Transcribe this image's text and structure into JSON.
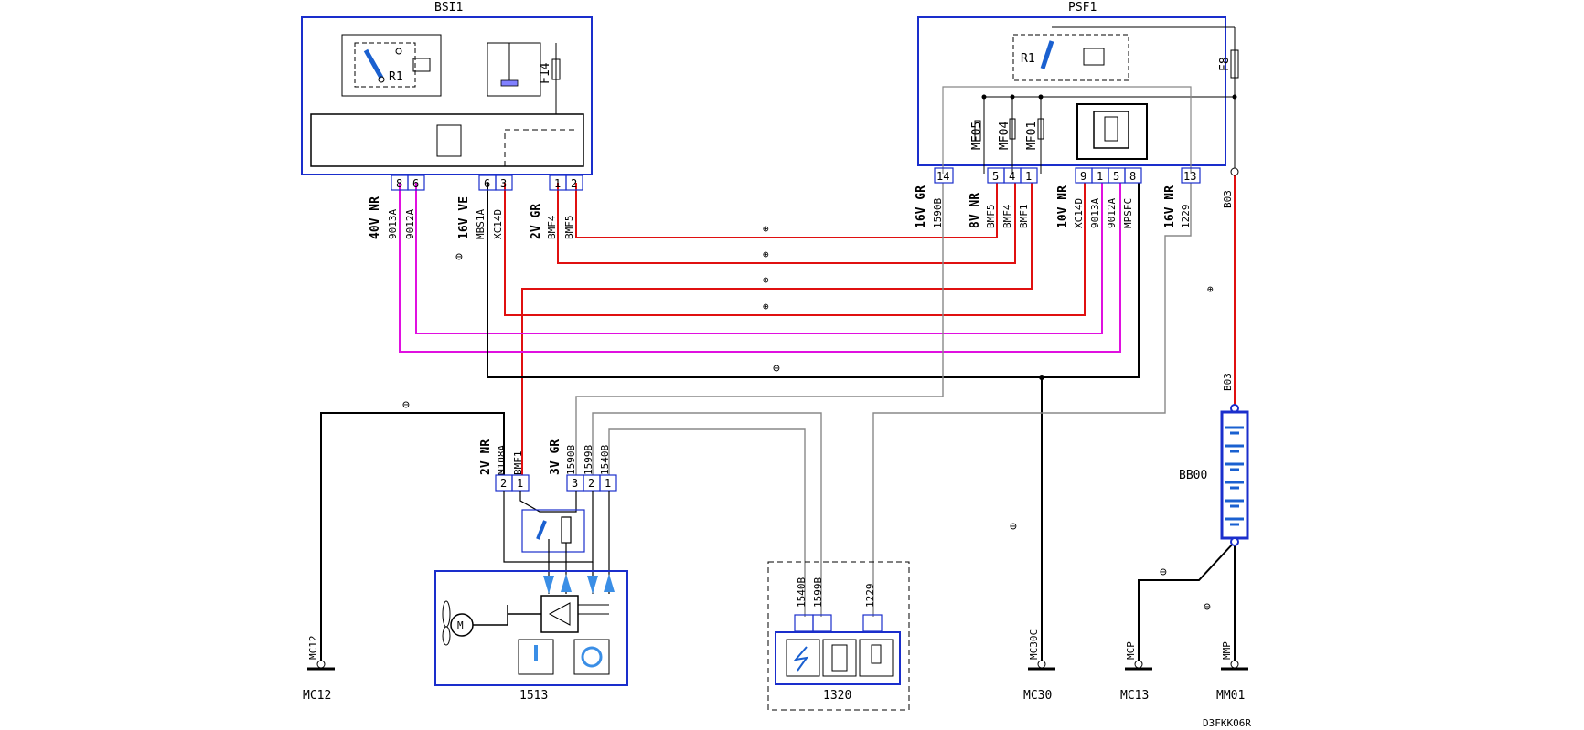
{
  "colors": {
    "module_border": "#1a2ecc",
    "red_wire": "#e01010",
    "magenta_wire": "#e010e0",
    "black_wire": "#000000",
    "gray_wire": "#888888",
    "blue_fill": "#3a8ee6"
  },
  "modules": {
    "bsi1": {
      "name": "BSI1",
      "r1": "R1",
      "fuse": "F14"
    },
    "psf1": {
      "name": "PSF1",
      "r1": "R1",
      "fuse": "F8",
      "fuses": [
        "MF05",
        "MF04",
        "MF01"
      ]
    },
    "m1513": {
      "name": "1513"
    },
    "m1320": {
      "name": "1320"
    },
    "bb00": {
      "name": "BB00"
    }
  },
  "connectors": {
    "bsi_a": {
      "label": "40V NR",
      "pins": [
        "8",
        "6"
      ],
      "wires": [
        "9013A",
        "9012A"
      ]
    },
    "bsi_b": {
      "label": "16V VE",
      "pins": [
        "6",
        "3"
      ],
      "wires": [
        "MBS1A",
        "XC14D"
      ]
    },
    "bsi_c": {
      "label": "2V GR",
      "pins": [
        "1",
        "2"
      ],
      "wires": [
        "BMF4",
        "BMF5"
      ]
    },
    "psf_a": {
      "label": "16V GR",
      "pins": [
        "14"
      ],
      "wires": [
        "1590B"
      ]
    },
    "psf_b": {
      "label": "8V NR",
      "pins": [
        "5",
        "4",
        "1"
      ],
      "wires": [
        "BMF5",
        "BMF4",
        "BMF1"
      ]
    },
    "psf_c": {
      "label": "10V NR",
      "pins": [
        "9",
        "1",
        "5",
        "8"
      ],
      "wires": [
        "XC14D",
        "9013A",
        "9012A",
        "MPSFC"
      ]
    },
    "psf_d": {
      "label": "16V NR",
      "pins": [
        "13"
      ],
      "wires": [
        "1229"
      ],
      "b03": "B03"
    },
    "m1513_a": {
      "label": "2V NR",
      "pins": [
        "2",
        "1"
      ],
      "wires": [
        "M108A",
        "BMF1"
      ]
    },
    "m1513_b": {
      "label": "3V GR",
      "pins": [
        "3",
        "2",
        "1"
      ],
      "wires": [
        "1590B",
        "1599B",
        "1540B"
      ]
    },
    "m1320": {
      "wires": [
        "1540B",
        "1599B",
        "1229"
      ]
    }
  },
  "wire_annotations": {
    "pos_batt": "⊕",
    "neg_ground": "⊖",
    "b03_top": "B03"
  },
  "grounds": [
    {
      "id": "MC12",
      "label": "MC12"
    },
    {
      "id": "MC30C",
      "label": "MC30C",
      "point": "MC30"
    },
    {
      "id": "MCP",
      "label": "MCP",
      "point": "MC13"
    },
    {
      "id": "MMP",
      "label": "MMP",
      "point": "MM01"
    }
  ],
  "reference": "D3FKK06R"
}
